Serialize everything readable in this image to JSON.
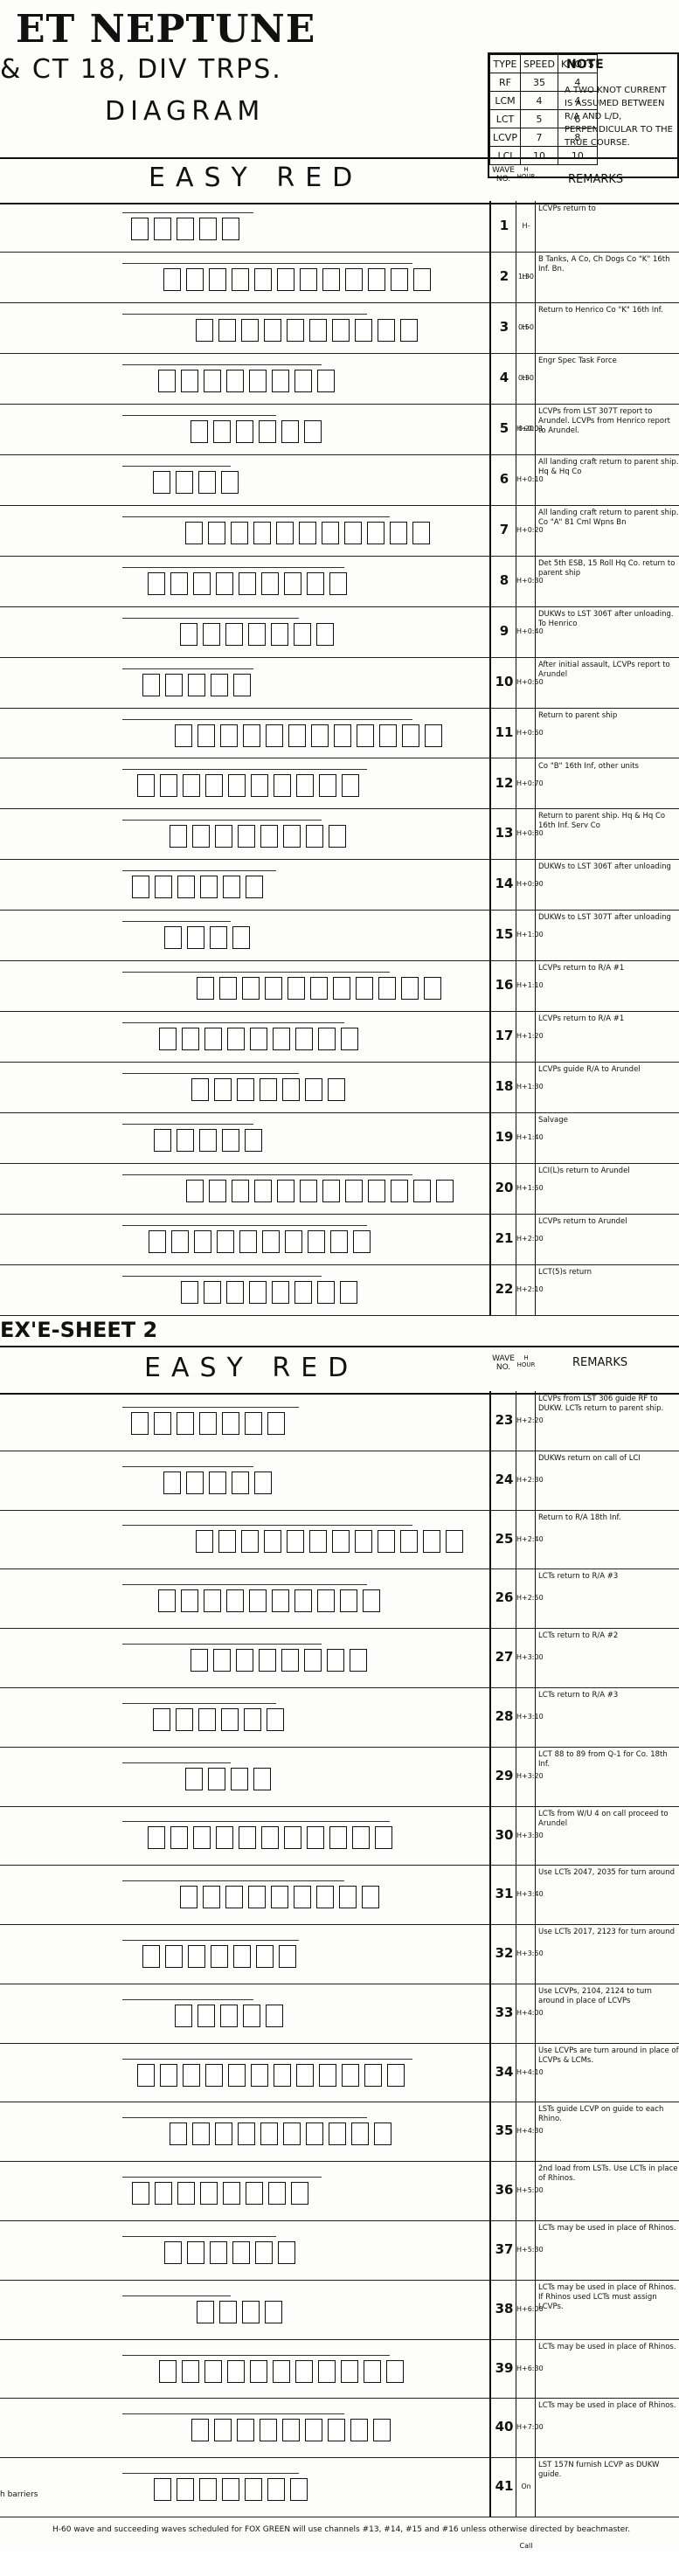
{
  "title": {
    "line1": "ET NEPTUNE",
    "line2": "& CT 18, DIV TRPS.",
    "line3": "DIAGRAM"
  },
  "legend": {
    "header": [
      "TYPE",
      "SPEED",
      "KNOTS"
    ],
    "rows": [
      [
        "RF",
        "35",
        "4"
      ],
      [
        "LCM",
        "4",
        "4"
      ],
      [
        "LCT",
        "5",
        "6"
      ],
      [
        "LCVP",
        "7",
        "8"
      ],
      [
        "LCI",
        "10",
        "10"
      ]
    ],
    "note_title": "NOTE",
    "note_text": "A TWO KNOT CURRENT IS ASSUMED BETWEEN R/A AND L/D, PERPENDICULAR TO THE TRUE COURSE."
  },
  "sheet1": {
    "beach": "EASY RED",
    "col_headers": {
      "wave": "WAVE NO.",
      "time": "H HOUR",
      "remarks": "REMARKS"
    },
    "waves": [
      {
        "no": "1",
        "time": "H-1:30",
        "remarks": "LCVPs return to"
      },
      {
        "no": "2",
        "time": "H-0:50",
        "remarks": "B Tanks, A Co, Ch Dogs Co \"K\" 16th Inf. Bn."
      },
      {
        "no": "3",
        "time": "H-0:30",
        "remarks": "Return to Henrico Co \"K\" 16th Inf."
      },
      {
        "no": "4",
        "time": "H-0:20",
        "remarks": "Engr Spec Task Force"
      },
      {
        "no": "5",
        "time": "H+0:01",
        "remarks": "LCVPs from LST 307T report to Arundel. LCVPs from Henrico report to Arundel."
      },
      {
        "no": "6",
        "time": "H+0:10",
        "remarks": "All landing craft return to parent ship. Hq & Hq Co"
      },
      {
        "no": "7",
        "time": "H+0:20",
        "remarks": "All landing craft return to parent ship. Co \"A\" 81 Cml Wpns Bn"
      },
      {
        "no": "8",
        "time": "H+0:30",
        "remarks": "Det 5th ESB, 15 Roll Hq Co. return to parent ship"
      },
      {
        "no": "9",
        "time": "H+0:40",
        "remarks": "DUKWs to LST 306T after unloading. To Henrico"
      },
      {
        "no": "10",
        "time": "H+0:50",
        "remarks": "After initial assault, LCVPs report to Arundel"
      },
      {
        "no": "11",
        "time": "H+0:60",
        "remarks": "Return to parent ship"
      },
      {
        "no": "12",
        "time": "H+0:70",
        "remarks": "Co \"B\" 16th Inf, other units"
      },
      {
        "no": "13",
        "time": "H+0:80",
        "remarks": "Return to parent ship. Hq & Hq Co 16th Inf. Serv Co"
      },
      {
        "no": "14",
        "time": "H+0:90",
        "remarks": "DUKWs to LST 306T after unloading"
      },
      {
        "no": "15",
        "time": "H+1:00",
        "remarks": "DUKWs to LST 307T after unloading"
      },
      {
        "no": "16",
        "time": "H+1:10",
        "remarks": "LCVPs return to R/A #1"
      },
      {
        "no": "17",
        "time": "H+1:20",
        "remarks": "LCVPs return to R/A #1"
      },
      {
        "no": "18",
        "time": "H+1:30",
        "remarks": "LCVPs guide R/A to Arundel"
      },
      {
        "no": "19",
        "time": "H+1:40",
        "remarks": "Salvage"
      },
      {
        "no": "20",
        "time": "H+1:50",
        "remarks": "LCI(L)s return to Arundel"
      },
      {
        "no": "21",
        "time": "H+2:00",
        "remarks": "LCVPs return to Arundel"
      },
      {
        "no": "22",
        "time": "H+2:10",
        "remarks": "LCT(5)s return"
      }
    ]
  },
  "sheet2": {
    "label": "EX'E-SHEET 2",
    "beach": "EASY RED",
    "col_headers": {
      "wave": "WAVE NO.",
      "time": "H HOUR",
      "remarks": "REMARKS"
    },
    "waves": [
      {
        "no": "23",
        "time": "H+2:20",
        "remarks": "LCVPs from LST 306 guide RF to DUKW. LCTs return to parent ship."
      },
      {
        "no": "24",
        "time": "H+2:30",
        "remarks": "DUKWs return on call of LCI"
      },
      {
        "no": "25",
        "time": "H+2:40",
        "remarks": "Return to R/A 18th Inf."
      },
      {
        "no": "26",
        "time": "H+2:50",
        "remarks": "LCTs return to R/A #3"
      },
      {
        "no": "27",
        "time": "H+3:00",
        "remarks": "LCTs return to R/A #2"
      },
      {
        "no": "28",
        "time": "H+3:10",
        "remarks": "LCTs return to R/A #3"
      },
      {
        "no": "29",
        "time": "H+3:20",
        "remarks": "LCT 88 to 89 from Q-1 for Co. 18th Inf."
      },
      {
        "no": "30",
        "time": "H+3:30",
        "remarks": "LCTs from W/U 4 on call proceed to Arundel"
      },
      {
        "no": "31",
        "time": "H+3:40",
        "remarks": "Use LCTs 2047, 2035 for turn around"
      },
      {
        "no": "32",
        "time": "H+3:50",
        "remarks": "Use LCTs 2017, 2123 for turn around"
      },
      {
        "no": "33",
        "time": "H+4:00",
        "remarks": "Use LCVPs, 2104, 2124 to turn around in place of LCVPs"
      },
      {
        "no": "34",
        "time": "H+4:10",
        "remarks": "Use LCVPs are turn around in place of LCVPs & LCMs."
      },
      {
        "no": "35",
        "time": "H+4:30",
        "remarks": "LSTs guide LCVP on guide to each Rhino."
      },
      {
        "no": "36",
        "time": "H+5:00",
        "remarks": "2nd load from LSTs. Use LCTs in place of Rhinos."
      },
      {
        "no": "37",
        "time": "H+5:30",
        "remarks": "LCTs may be used in place of Rhinos."
      },
      {
        "no": "38",
        "time": "H+6:00",
        "remarks": "LCTs may be used in place of Rhinos. If Rhinos used LCTs must assign LCVPs."
      },
      {
        "no": "39",
        "time": "H+6:30",
        "remarks": "LCTs may be used in place of Rhinos."
      },
      {
        "no": "40",
        "time": "H+7:00",
        "remarks": "LCTs may be used in place of Rhinos."
      },
      {
        "no": "41",
        "time": "On Call",
        "remarks": "LST 157N furnish LCVP as DUKW guide."
      }
    ]
  },
  "footer": {
    "left": "h barriers",
    "text": "H-60 wave and succeeding waves scheduled for FOX GREEN will use channels #13, #14, #15 and #16 unless otherwise directed by beachmaster."
  }
}
